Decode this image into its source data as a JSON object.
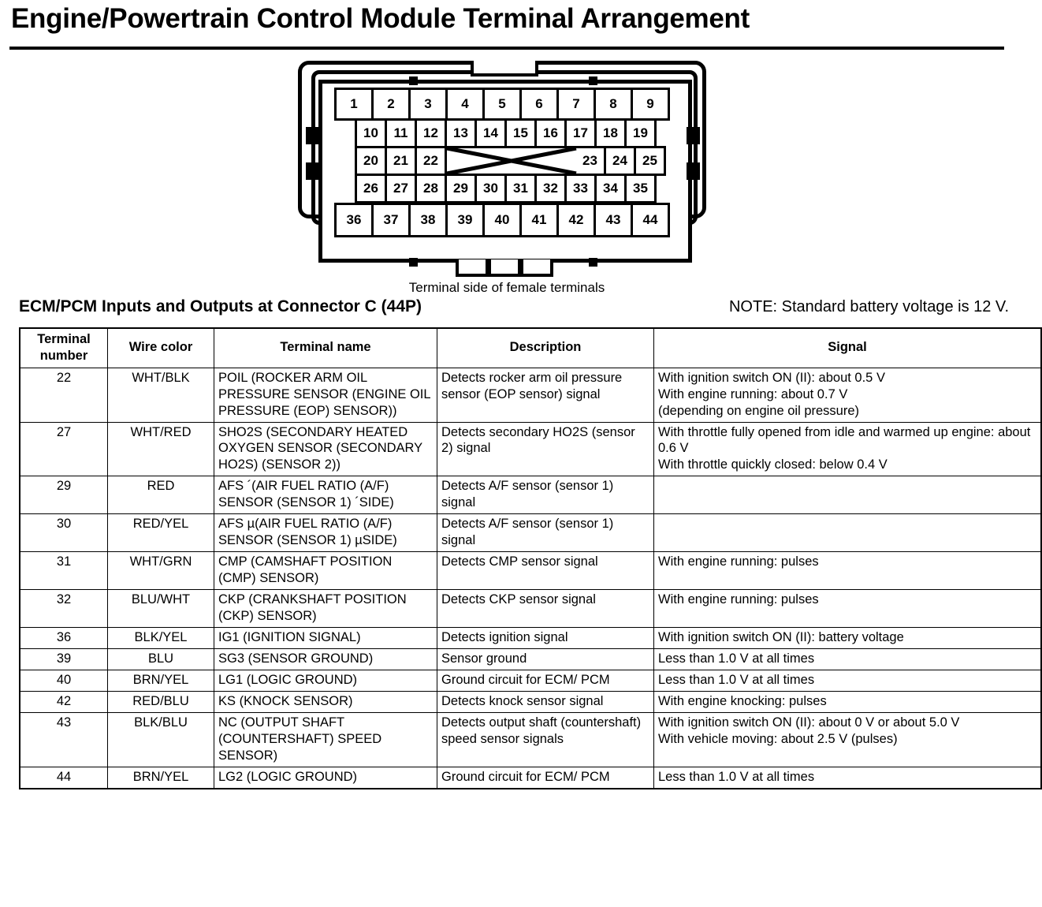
{
  "document": {
    "title": "Engine/Powertrain Control Module Terminal Arrangement"
  },
  "diagram": {
    "caption": "Terminal side of female terminals",
    "rows": [
      {
        "name": "row-top",
        "cells": [
          "1",
          "2",
          "3",
          "4",
          "5",
          "6",
          "7",
          "8",
          "9"
        ]
      },
      {
        "name": "row-second",
        "cells": [
          "10",
          "11",
          "12",
          "13",
          "14",
          "15",
          "16",
          "17",
          "18",
          "19"
        ]
      },
      {
        "name": "row-third-left",
        "cells": [
          "20",
          "21",
          "22"
        ]
      },
      {
        "name": "row-third-right",
        "cells": [
          "23",
          "24",
          "25"
        ]
      },
      {
        "name": "row-fourth",
        "cells": [
          "26",
          "27",
          "28",
          "29",
          "30",
          "31",
          "32",
          "33",
          "34",
          "35"
        ]
      },
      {
        "name": "row-bottom",
        "cells": [
          "36",
          "37",
          "38",
          "39",
          "40",
          "41",
          "42",
          "43",
          "44"
        ]
      }
    ]
  },
  "section": {
    "heading": "ECM/PCM Inputs and Outputs at Connector C (44P)",
    "note": "NOTE: Standard battery voltage is 12 V."
  },
  "table": {
    "headers": [
      "Terminal\nnumber",
      "Wire color",
      "Terminal name",
      "Description",
      "Signal"
    ],
    "rows": [
      {
        "terminal": "22",
        "wire_color": "WHT/BLK",
        "terminal_name": "POIL (ROCKER ARM OIL PRESSURE SENSOR (ENGINE OIL PRESSURE (EOP) SENSOR))",
        "description": "Detects rocker arm oil pressure sensor (EOP sensor) signal",
        "signal": "With ignition switch ON (II): about 0.5 V\nWith engine running: about 0.7 V\n(depending on engine oil pressure)"
      },
      {
        "terminal": "27",
        "wire_color": "WHT/RED",
        "terminal_name": "SHO2S (SECONDARY HEATED OXYGEN SENSOR (SECONDARY HO2S) (SENSOR 2))",
        "description": "Detects secondary HO2S (sensor 2) signal",
        "signal": "With throttle fully opened from idle and warmed up engine: about 0.6 V\nWith throttle quickly closed: below 0.4 V"
      },
      {
        "terminal": "29",
        "wire_color": "RED",
        "terminal_name": "AFS   ´(AIR FUEL RATIO (A/F) SENSOR (SENSOR 1)  ´SIDE)",
        "description": "Detects A/F sensor (sensor 1) signal",
        "signal": ""
      },
      {
        "terminal": "30",
        "wire_color": "RED/YEL",
        "terminal_name": "AFS   µ(AIR FUEL RATIO (A/F) SENSOR (SENSOR 1)  µSIDE)",
        "description": "Detects A/F sensor (sensor 1) signal",
        "signal": ""
      },
      {
        "terminal": "31",
        "wire_color": "WHT/GRN",
        "terminal_name": "CMP (CAMSHAFT POSITION (CMP) SENSOR)",
        "description": "Detects CMP sensor signal",
        "signal": "With engine running: pulses"
      },
      {
        "terminal": "32",
        "wire_color": "BLU/WHT",
        "terminal_name": "CKP (CRANKSHAFT POSITION (CKP) SENSOR)",
        "description": "Detects CKP sensor signal",
        "signal": "With engine running: pulses"
      },
      {
        "terminal": "36",
        "wire_color": "BLK/YEL",
        "terminal_name": "IG1 (IGNITION SIGNAL)",
        "description": "Detects ignition signal",
        "signal": "With ignition switch ON (II): battery voltage"
      },
      {
        "terminal": "39",
        "wire_color": "BLU",
        "terminal_name": "SG3 (SENSOR GROUND)",
        "description": "Sensor ground",
        "signal": "Less than 1.0 V at all times"
      },
      {
        "terminal": "40",
        "wire_color": "BRN/YEL",
        "terminal_name": "LG1 (LOGIC GROUND)",
        "description": "Ground circuit for ECM/ PCM",
        "signal": "Less than 1.0 V at all times"
      },
      {
        "terminal": "42",
        "wire_color": "RED/BLU",
        "terminal_name": "KS (KNOCK SENSOR)",
        "description": "Detects knock sensor signal",
        "signal": "With engine knocking: pulses"
      },
      {
        "terminal": "43",
        "wire_color": "BLK/BLU",
        "terminal_name": "NC (OUTPUT SHAFT (COUNTERSHAFT) SPEED SENSOR)",
        "description": "Detects output shaft (countershaft) speed sensor signals",
        "signal": "With ignition switch ON (II): about 0 V or about 5.0 V\nWith vehicle moving: about 2.5 V (pulses)"
      },
      {
        "terminal": "44",
        "wire_color": "BRN/YEL",
        "terminal_name": "LG2 (LOGIC GROUND)",
        "description": "Ground circuit for ECM/ PCM",
        "signal": "Less than 1.0 V at all times"
      }
    ]
  },
  "colors": {
    "ink": "#000000",
    "paper": "#ffffff"
  }
}
